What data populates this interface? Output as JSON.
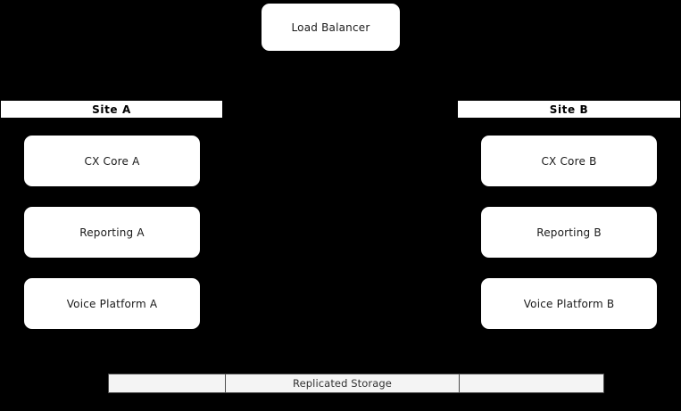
{
  "diagram": {
    "title": "Load Balancer",
    "background_color": "#000000",
    "node_fill_color": "#ffffff",
    "node_text_color": "#1a1a1a",
    "storage_fill_color": "#f4f4f4",
    "storage_border_color": "#4d4d4d"
  },
  "load_balancer": {
    "label": "Load Balancer"
  },
  "sites": [
    {
      "header": "Site  A",
      "nodes": [
        {
          "label": "CX Core A"
        },
        {
          "label": "Reporting A"
        },
        {
          "label": "Voice Platform A"
        }
      ]
    },
    {
      "header": "Site  B",
      "nodes": [
        {
          "label": "CX Core B"
        },
        {
          "label": "Reporting B"
        },
        {
          "label": "Voice Platform B"
        }
      ]
    }
  ],
  "storage": {
    "segments": [
      {
        "label": ""
      },
      {
        "label": "Replicated Storage"
      },
      {
        "label": ""
      }
    ]
  }
}
